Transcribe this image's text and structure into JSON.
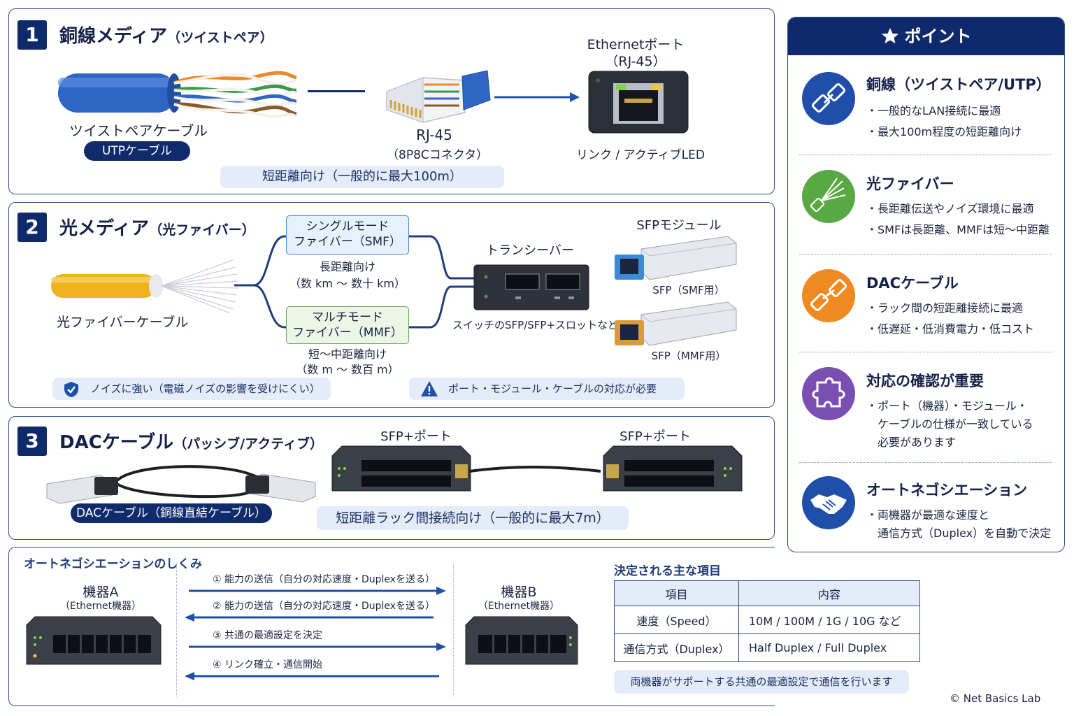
{
  "section1": {
    "number": "1",
    "title": "銅線メディア",
    "subtitle": "（ツイストペア）",
    "cable_label": "ツイストペアケーブル",
    "cable_badge": "UTPケーブル",
    "connector_name": "RJ-45",
    "connector_sub": "（8P8Cコネクタ）",
    "port_title": "Ethernetポート",
    "port_sub": "（RJ-45）",
    "port_led": "リンク / アクティブLED",
    "note": "短距離向け（一般的に最大100m）"
  },
  "section2": {
    "number": "2",
    "title": "光メディア",
    "subtitle": "（光ファイバー）",
    "cable_label": "光ファイバーケーブル",
    "smf_box": [
      "シングルモード",
      "ファイバー（SMF）"
    ],
    "smf_desc": [
      "長距離向け",
      "（数 km ～ 数十 km）"
    ],
    "mmf_box": [
      "マルチモード",
      "ファイバー（MMF）"
    ],
    "mmf_desc": [
      "短～中距離向け",
      "（数 m ～ 数百 m）"
    ],
    "transceiver_title": "トランシーバー",
    "transceiver_note": "スイッチのSFP/SFP+スロットなど",
    "sfp_title": "SFPモジュール",
    "sfp_smf": "SFP（SMF用）",
    "sfp_mmf": "SFP（MMF用）",
    "note_noise": "ノイズに強い（電磁ノイズの影響を受けにくい）",
    "note_compat": "ポート・モジュール・ケーブルの対応が必要"
  },
  "section3": {
    "number": "3",
    "title": "DACケーブル",
    "subtitle": "（パッシブ/アクティブ）",
    "cable_badge": "DACケーブル（銅線直結ケーブル）",
    "port_left": "SFP+ポート",
    "port_right": "SFP+ポート",
    "note": "短距離ラック間接続向け（一般的に最大7m）"
  },
  "points": {
    "header": "ポイント",
    "items": [
      {
        "icon": "cable-icon",
        "color": "#1f4fa8",
        "title": "銅線（ツイストペア/UTP）",
        "lines": [
          "・一般的なLAN接続に最適",
          "・最大100m程度の短距離向け"
        ]
      },
      {
        "icon": "fiber-icon",
        "color": "#58a843",
        "title": "光ファイバー",
        "lines": [
          "・長距離伝送やノイズ環境に最適",
          "・SMFは長距離、MMFは短～中距離"
        ]
      },
      {
        "icon": "dac-icon",
        "color": "#ef8a23",
        "title": "DACケーブル",
        "lines": [
          "・ラック間の短距離接続に最適",
          "・低遅延・低消費電力・低コスト"
        ]
      },
      {
        "icon": "puzzle-icon",
        "color": "#7b4eb1",
        "title": "対応の確認が重要",
        "lines": [
          "・ポート（機器）・モジュール・",
          "　ケーブルの仕様が一致している",
          "　必要があります"
        ]
      },
      {
        "icon": "handshake-icon",
        "color": "#1f4fa8",
        "title": "オートネゴシエーション",
        "lines": [
          "・両機器が最適な速度と",
          "　通信方式（Duplex）を自動で決定"
        ]
      }
    ]
  },
  "autoneg": {
    "title": "オートネゴシエーションのしくみ",
    "device_a": "機器A",
    "device_a_sub": "（Ethernet機器）",
    "device_b": "機器B",
    "device_b_sub": "（Ethernet機器）",
    "steps": [
      "① 能力の送信（自分の対応速度・Duplexを送る）",
      "② 能力の送信（自分の対応速度・Duplexを送る）",
      "③ 共通の最適設定を決定",
      "④ リンク確立・通信開始"
    ],
    "decided_title": "決定される主な項目",
    "table_headers": [
      "項目",
      "内容"
    ],
    "table_rows": [
      [
        "速度（Speed）",
        "10M / 100M / 1G / 10G など"
      ],
      [
        "通信方式（Duplex）",
        "Half Duplex / Full Duplex"
      ]
    ],
    "summary": "両機器がサポートする共通の最適設定で通信を行います"
  },
  "copyright": "© Net Basics Lab",
  "colors": {
    "navy": "#0f2a6b",
    "accent": "#2b4f8e",
    "light": "#e4ecf8",
    "smf": "#3a8ad6",
    "mmf": "#6aa84f"
  }
}
